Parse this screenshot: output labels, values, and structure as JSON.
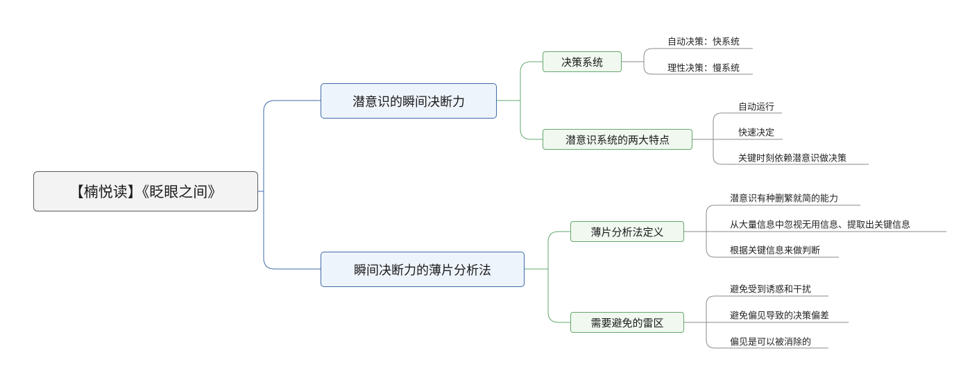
{
  "root": {
    "label": "【楠悦读】《眨眼之间》"
  },
  "branches": [
    {
      "label": "潜意识的瞬间决断力",
      "children": [
        {
          "label": "决策系统",
          "leaves": [
            "自动决策：快系统",
            "理性决策：慢系统"
          ]
        },
        {
          "label": "潜意识系统的两大特点",
          "leaves": [
            "自动运行",
            "快速决定",
            "关键时刻依赖潜意识做决策"
          ]
        }
      ]
    },
    {
      "label": "瞬间决断力的薄片分析法",
      "children": [
        {
          "label": "薄片分析法定义",
          "leaves": [
            "潜意识有种删繁就简的能力",
            "从大量信息中忽视无用信息、提取出关键信息",
            "根据关键信息来做判断"
          ]
        },
        {
          "label": "需要避免的雷区",
          "leaves": [
            "避免受到诱惑和干扰",
            "避免偏见导致的决策偏差",
            "偏见是可以被消除的"
          ]
        }
      ]
    }
  ],
  "colors": {
    "level1_line": "#3d6aa6",
    "level2_line": "#63a76c",
    "leaf_line": "#8a8a8a"
  }
}
